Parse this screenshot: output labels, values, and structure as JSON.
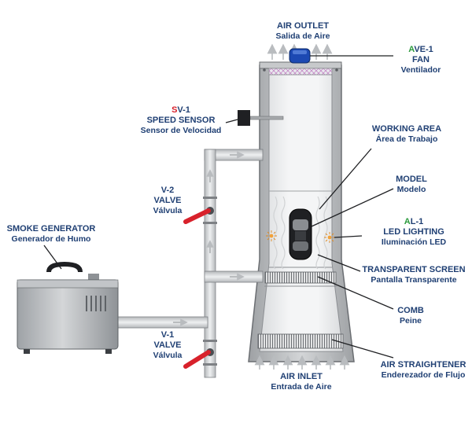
{
  "labels": {
    "air_outlet": {
      "en": "AIR OUTLET",
      "es": "Salida de Aire"
    },
    "fan": {
      "tag_first": "A",
      "tag_rest": "VE-1",
      "en": "FAN",
      "es": "Ventilador"
    },
    "speed_sensor": {
      "tag_first": "S",
      "tag_rest": "V-1",
      "en": "SPEED SENSOR",
      "es": "Sensor de Velocidad"
    },
    "working_area": {
      "en": "WORKING AREA",
      "es": "Área de Trabajo"
    },
    "model": {
      "en": "MODEL",
      "es": "Modelo"
    },
    "valve_2": {
      "tag": "V-2",
      "en": "VALVE",
      "es": "Válvula"
    },
    "smoke_generator": {
      "en": "SMOKE GENERATOR",
      "es": "Generador de Humo"
    },
    "led_lighting": {
      "tag_first": "A",
      "tag_rest": "L-1",
      "en": "LED LIGHTING",
      "es": "Iluminación LED"
    },
    "transparent_screen": {
      "en": "TRANSPARENT SCREEN",
      "es": "Pantalla Transparente"
    },
    "comb": {
      "en": "COMB",
      "es": "Peine"
    },
    "valve_1": {
      "tag": "V-1",
      "en": "VALVE",
      "es": "Válvula"
    },
    "air_straightener": {
      "en": "AIR STRAIGHTENER",
      "es": "Enderezador de Flujo"
    },
    "air_inlet": {
      "en": "AIR INLET",
      "es": "Entrada de Aire"
    }
  },
  "colors": {
    "label_blue": "#1f3f73",
    "tag_red": "#d8212b",
    "tag_green": "#2b9a3c",
    "tunnel_gray": "#b9bcbf",
    "tunnel_light": "#e6e7e8",
    "handle_red": "#d8212b",
    "fan_blue": "#1c49b3"
  }
}
